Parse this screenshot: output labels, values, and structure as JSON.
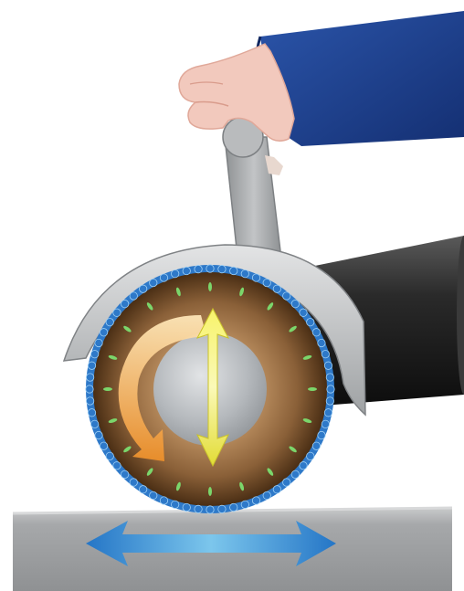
{
  "diagram": {
    "colors": {
      "background": "#ffffff",
      "sleeve": "#1f3f8f",
      "hand": "#f2c9bd",
      "handle": "#a7a9ab",
      "guard": "#c4c6c8",
      "pipe": "#1c1c1c",
      "wheel_outer": "#5a3b1d",
      "wheel_inner": "#a57a4f",
      "hub": "#b8bcc0",
      "beads": "#2e79c9",
      "dashes": "#7bd66b",
      "rotation_arrow": "#f0a040",
      "vertical_arrow": "#e9e84a",
      "horizontal_arrow": "#2a8fd8",
      "surface": "#9b9d9f"
    },
    "icons": {
      "rotation": "curved-rotation-arrow",
      "vertical": "double-headed-vertical-arrow",
      "horizontal": "double-headed-horizontal-arrow"
    }
  }
}
